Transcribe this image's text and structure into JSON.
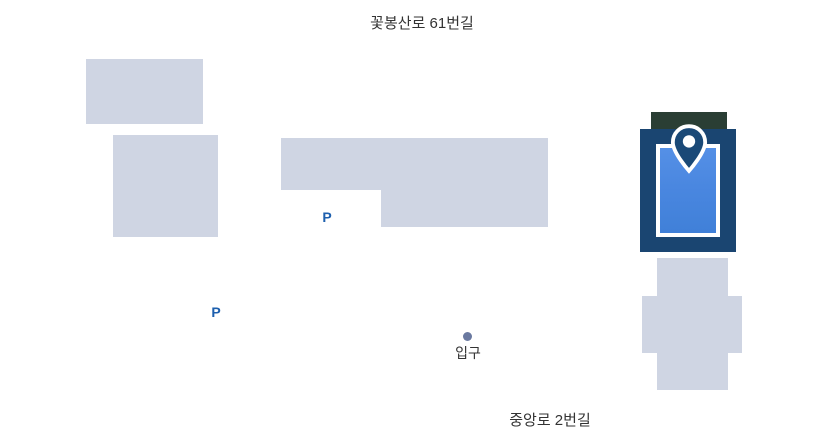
{
  "map": {
    "road_labels": {
      "top": "꽃봉산로 61번길",
      "bottom": "중앙로 2번길"
    },
    "markers": {
      "parking_label": "P",
      "entrance_label": "입구"
    },
    "icons": {
      "location_pin": "teardrop-pin-with-white-dot",
      "entrance_marker": "small-filled-circle"
    },
    "colors": {
      "page-bg": "#ffffff",
      "building": "#cfd5e3",
      "highlight-frame": "#1a4571",
      "highlight-fill": "#4a87e0",
      "highlight-roof": "#2a3e34",
      "parking-text": "#1d5fae",
      "entrance-dot": "#6a79a0",
      "road-text": "#333333",
      "pin-fill": "#1a4977",
      "pin-stroke": "#ffffff"
    }
  }
}
